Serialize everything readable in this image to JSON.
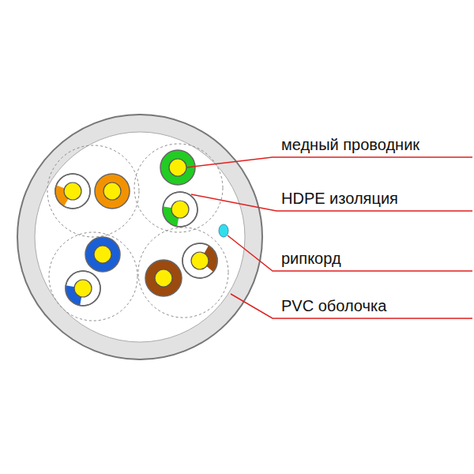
{
  "diagram": {
    "labels": [
      "медный проводник",
      "HDPE изоляция",
      "рипкорд",
      "PVC оболочка"
    ]
  }
}
